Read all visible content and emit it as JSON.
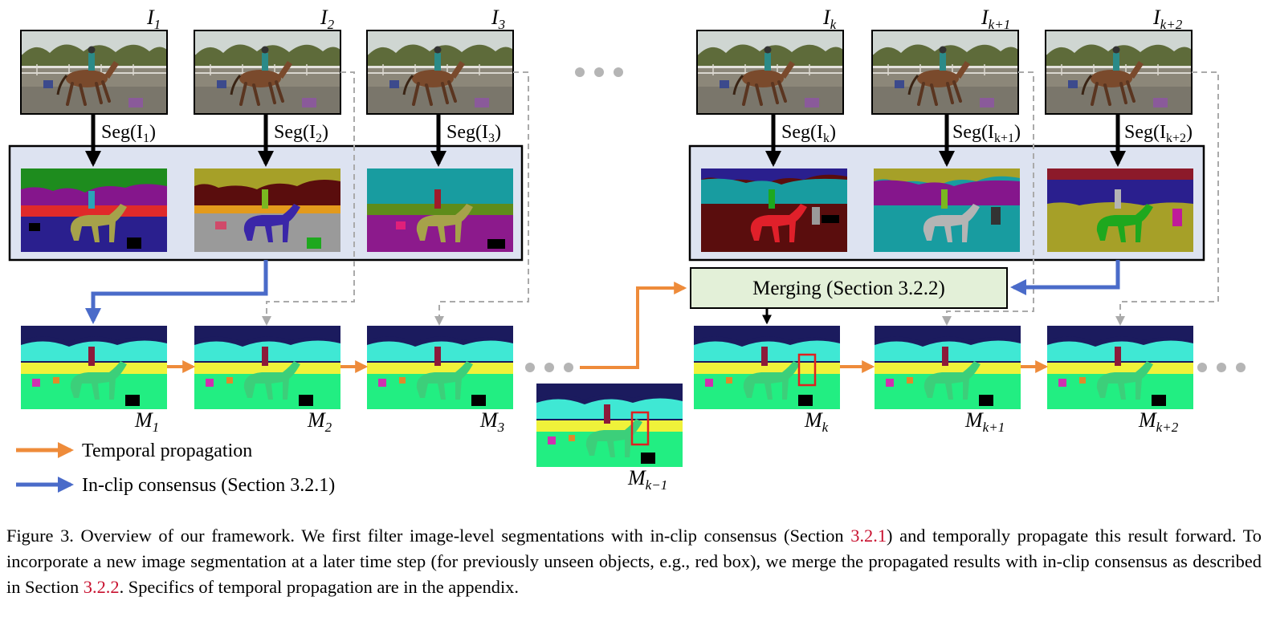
{
  "frames_top": [
    {
      "label_main": "I",
      "label_sub": "1",
      "seg_main": "Seg(I",
      "seg_sub": "1",
      "seg_close": ")"
    },
    {
      "label_main": "I",
      "label_sub": "2",
      "seg_main": "Seg(I",
      "seg_sub": "2",
      "seg_close": ")"
    },
    {
      "label_main": "I",
      "label_sub": "3",
      "seg_main": "Seg(I",
      "seg_sub": "3",
      "seg_close": ")"
    },
    {
      "label_main": "I",
      "label_sub": "k",
      "seg_main": "Seg(I",
      "seg_sub": "k",
      "seg_close": ")"
    },
    {
      "label_main": "I",
      "label_sub": "k+1",
      "seg_main": "Seg(I",
      "seg_sub": "k+1",
      "seg_close": ")"
    },
    {
      "label_main": "I",
      "label_sub": "k+2",
      "seg_main": "Seg(I",
      "seg_sub": "k+2",
      "seg_close": ")"
    }
  ],
  "masks": [
    {
      "label_main": "M",
      "label_sub": "1"
    },
    {
      "label_main": "M",
      "label_sub": "2"
    },
    {
      "label_main": "M",
      "label_sub": "3"
    },
    {
      "label_main": "M",
      "label_sub": "k−1"
    },
    {
      "label_main": "M",
      "label_sub": "k"
    },
    {
      "label_main": "M",
      "label_sub": "k+1"
    },
    {
      "label_main": "M",
      "label_sub": "k+2"
    }
  ],
  "merging_label": "Merging (Section 3.2.2)",
  "legend": [
    {
      "label": "Temporal propagation",
      "color": "#ee8b3a"
    },
    {
      "label": "In-clip consensus (Section 3.2.1)",
      "color": "#4a6bc9"
    }
  ],
  "colors": {
    "temporal_arrow": "#ee8b3a",
    "consensus_arrow": "#4a6bc9",
    "dashed_arrow": "#aaaaaa",
    "panel_fill": "#dde3f1",
    "merging_fill": "#e3f0d8",
    "highlight_box": "#e02020"
  },
  "caption": {
    "part1": "Figure 3.  Overview of our framework.  We first filter image-level segmentations with in-clip consensus (Section ",
    "ref1": "3.2.1",
    "part2": ") and temporally propagate this result forward.  To incorporate a new image segmentation at a later time step (for previously unseen objects, e.g., red box), we merge the propagated results with in-clip consensus as described in Section ",
    "ref2": "3.2.2",
    "part3": ".  Specifics of temporal propagation are in the appendix."
  }
}
